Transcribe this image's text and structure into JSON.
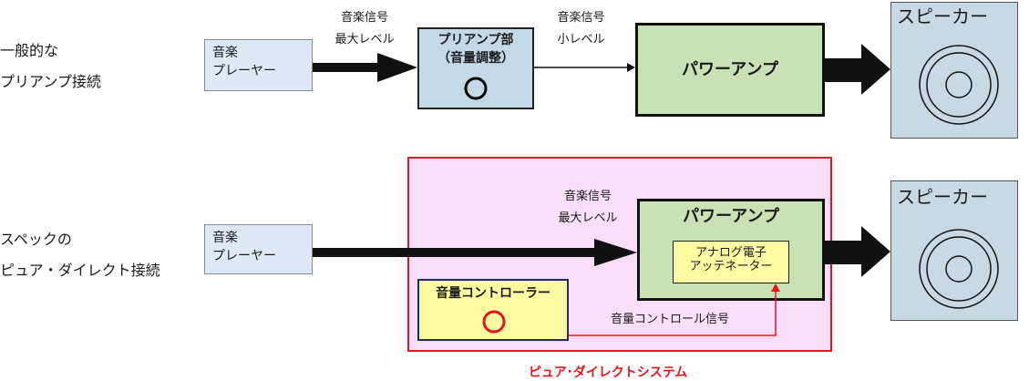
{
  "top": {
    "label_line1": "一般的な",
    "label_line2": "プリアンプ接続",
    "player_line1": "音楽",
    "player_line2": "プレーヤー",
    "signal1_line1": "音楽信号",
    "signal1_line2": "最大レベル",
    "preamp_line1": "プリアンプ部",
    "preamp_line2": "（音量調整）",
    "signal2_line1": "音楽信号",
    "signal2_line2": "小レベル",
    "amp_label": "パワーアンプ",
    "speaker_label": "スピーカー"
  },
  "bottom": {
    "label_line1": "スペックの",
    "label_line2": "ピュア・ダイレクト接続",
    "player_line1": "音楽",
    "player_line2": "プレーヤー",
    "signal_line1": "音楽信号",
    "signal_line2": "最大レベル",
    "amp_label": "パワーアンプ",
    "attenuator_line1": "アナログ電子",
    "attenuator_line2": "アッテネーター",
    "volume_label": "音量コントローラー",
    "control_signal": "音量コントロール信号",
    "speaker_label": "スピーカー",
    "system_caption": "ピュア･ダイレクトシステム"
  },
  "colors": {
    "player_fill": "#dde9f5",
    "preamp_fill": "#c3d9e8",
    "amp_fill": "#c8e2b5",
    "speaker_fill": "#c7d9e4",
    "pure_frame_fill": "#fbdffa",
    "pure_frame_border": "#e8141b",
    "volume_fill": "#fefba2",
    "knob_top": "#000000",
    "knob_bottom": "#e8141b"
  },
  "icons": {
    "volume_knob": "circle-outline",
    "speaker_cone": "concentric-circles"
  }
}
